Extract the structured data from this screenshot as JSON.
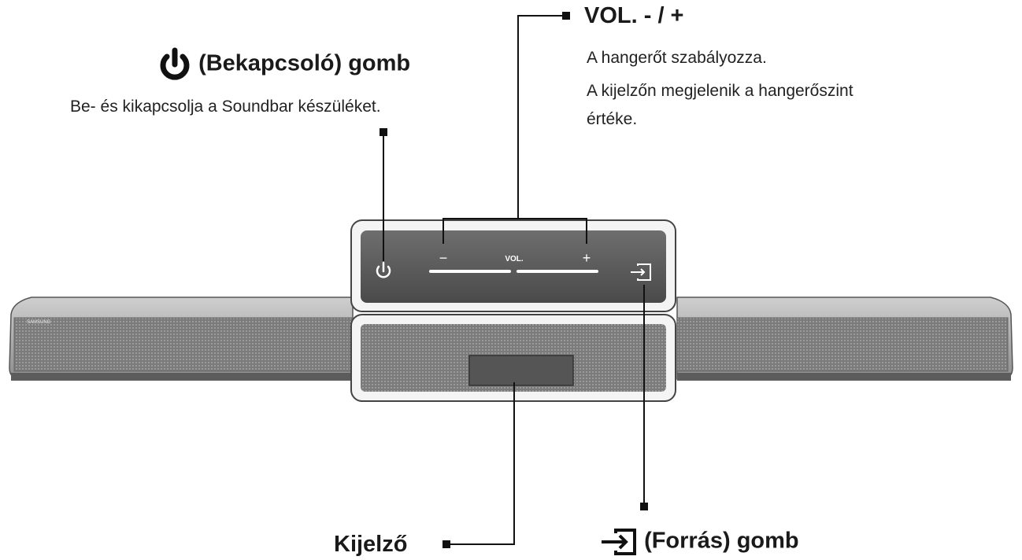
{
  "power": {
    "title": "(Bekapcsoló) gomb",
    "description": "Be- és kikapcsolja a Soundbar készüléket.",
    "icon": "power-icon"
  },
  "volume": {
    "title": "VOL. - / +",
    "description_lines": [
      "A hangerőt szabályozza.",
      "A kijelzőn megjelenik a hangerőszint",
      "értéke."
    ]
  },
  "display": {
    "title": "Kijelző"
  },
  "source": {
    "title": "(Forrás) gomb",
    "icon": "source-input-icon"
  },
  "device": {
    "panel_vol_label": "VOL.",
    "panel_minus": "−",
    "panel_plus": "+",
    "brand": "SAMSUNG"
  },
  "colors": {
    "bar_body": "#8a8a8a",
    "panel": "#5a5a5a",
    "leader": "#111111"
  }
}
